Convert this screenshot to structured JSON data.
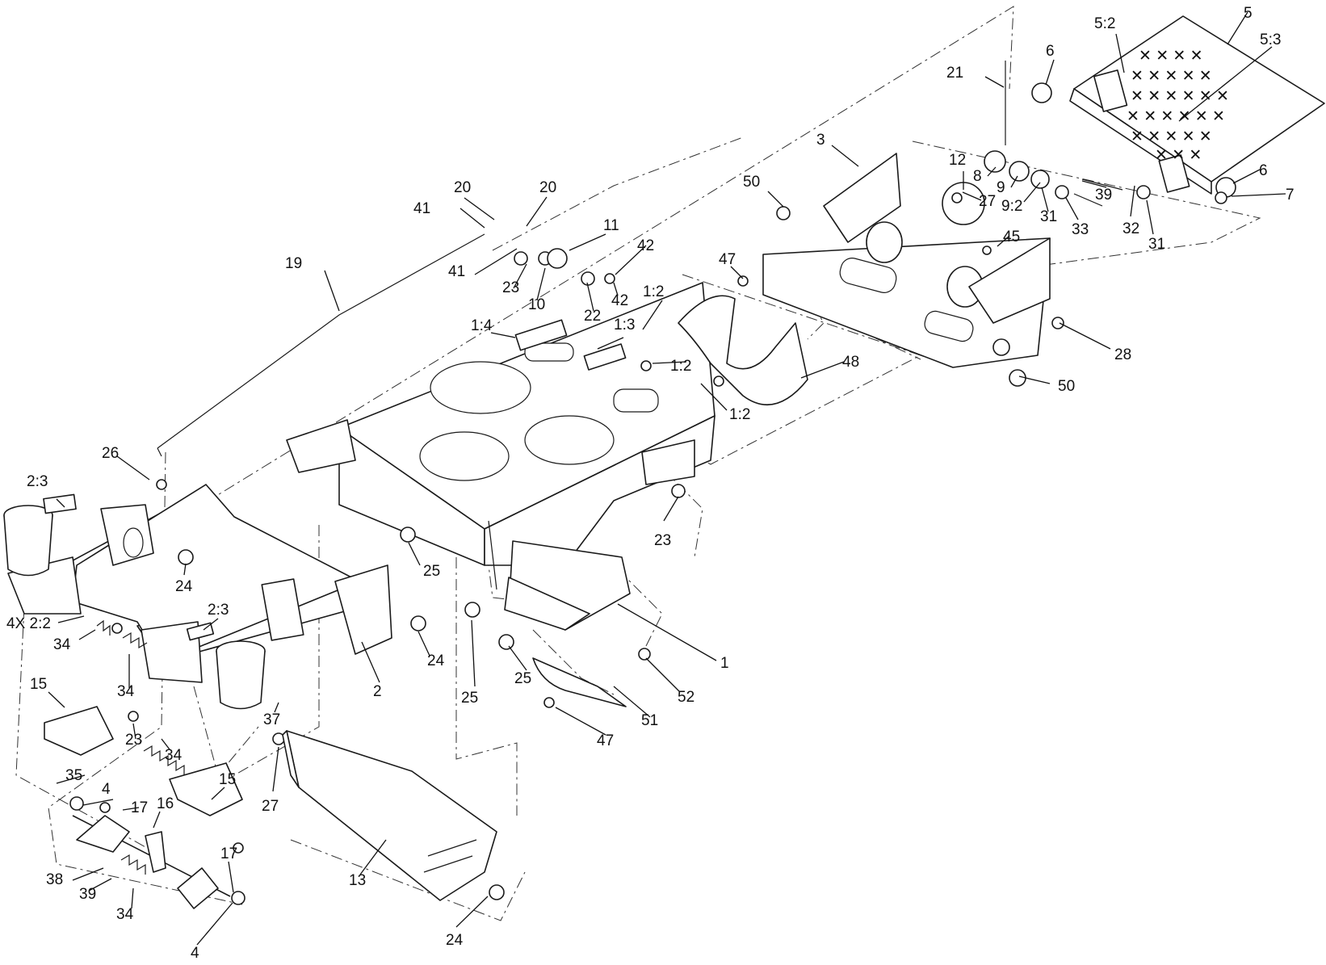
{
  "callouts": [
    {
      "label": "1"
    },
    {
      "label": "1:2"
    },
    {
      "label": "1:2"
    },
    {
      "label": "1:2"
    },
    {
      "label": "1:3"
    },
    {
      "label": "1:4"
    },
    {
      "label": "2"
    },
    {
      "label": "2:3"
    },
    {
      "label": "2:3"
    },
    {
      "label": "4X 2:2"
    },
    {
      "label": "3"
    },
    {
      "label": "4"
    },
    {
      "label": "4"
    },
    {
      "label": "5"
    },
    {
      "label": "5:2"
    },
    {
      "label": "5:3"
    },
    {
      "label": "6"
    },
    {
      "label": "6"
    },
    {
      "label": "7"
    },
    {
      "label": "8"
    },
    {
      "label": "9"
    },
    {
      "label": "9:2"
    },
    {
      "label": "10"
    },
    {
      "label": "11"
    },
    {
      "label": "12"
    },
    {
      "label": "13"
    },
    {
      "label": "15"
    },
    {
      "label": "15"
    },
    {
      "label": "16"
    },
    {
      "label": "17"
    },
    {
      "label": "17"
    },
    {
      "label": "19"
    },
    {
      "label": "20"
    },
    {
      "label": "20"
    },
    {
      "label": "21"
    },
    {
      "label": "22"
    },
    {
      "label": "23"
    },
    {
      "label": "23"
    },
    {
      "label": "23"
    },
    {
      "label": "24"
    },
    {
      "label": "24"
    },
    {
      "label": "24"
    },
    {
      "label": "25"
    },
    {
      "label": "25"
    },
    {
      "label": "25"
    },
    {
      "label": "26"
    },
    {
      "label": "27"
    },
    {
      "label": "27"
    },
    {
      "label": "28"
    },
    {
      "label": "31"
    },
    {
      "label": "31"
    },
    {
      "label": "32"
    },
    {
      "label": "33"
    },
    {
      "label": "34"
    },
    {
      "label": "34"
    },
    {
      "label": "34"
    },
    {
      "label": "34"
    },
    {
      "label": "35"
    },
    {
      "label": "37"
    },
    {
      "label": "38"
    },
    {
      "label": "39"
    },
    {
      "label": "39"
    },
    {
      "label": "41"
    },
    {
      "label": "41"
    },
    {
      "label": "42"
    },
    {
      "label": "42"
    },
    {
      "label": "45"
    },
    {
      "label": "47"
    },
    {
      "label": "47"
    },
    {
      "label": "48"
    },
    {
      "label": "50"
    },
    {
      "label": "50"
    },
    {
      "label": "51"
    },
    {
      "label": "52"
    }
  ]
}
